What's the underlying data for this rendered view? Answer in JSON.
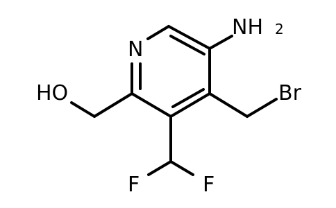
{
  "molecule": {
    "atoms": {
      "n": "N",
      "nh2_main": "NH",
      "nh2_sub": "2",
      "br": "Br",
      "oh": "HO",
      "f_left": "F",
      "f_right": "F"
    }
  }
}
